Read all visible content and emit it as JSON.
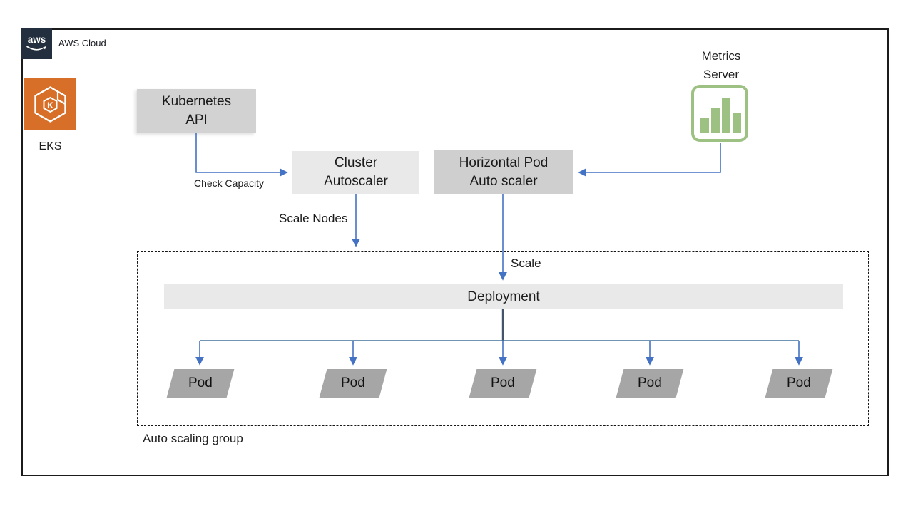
{
  "colors": {
    "arrow_blue": "#4472C4",
    "deployment_stem": "#44546A",
    "aws_navy": "#232F3E",
    "eks_orange": "#D86F28",
    "metrics_green": "#9DC183",
    "kubernetes_api_box": "#D2D2D2",
    "cluster_autoscaler_box": "#E9E9E9",
    "hpa_box": "#CFCFCF",
    "deployment_bar": "#E9E9E9",
    "pod_gray": "#A6A6A6"
  },
  "aws_cloud": {
    "logo_text": "aws",
    "label": "AWS Cloud"
  },
  "eks": {
    "label": "EKS",
    "icon_letter": "K"
  },
  "nodes": {
    "kubernetes_api": {
      "line1": "Kubernetes",
      "line2": "API"
    },
    "cluster_autoscaler": {
      "line1": "Cluster",
      "line2": "Autoscaler"
    },
    "horizontal_pod_autoscaler": {
      "line1": "Horizontal Pod",
      "line2": "Auto scaler"
    },
    "metrics_server": {
      "line1": "Metrics",
      "line2": "Server"
    },
    "deployment": {
      "label": "Deployment"
    }
  },
  "edge_labels": {
    "check_capacity": "Check Capacity",
    "scale_nodes": "Scale Nodes",
    "scale": "Scale"
  },
  "auto_scaling_group": {
    "label": "Auto scaling group"
  },
  "pods": [
    "Pod",
    "Pod",
    "Pod",
    "Pod",
    "Pod"
  ]
}
